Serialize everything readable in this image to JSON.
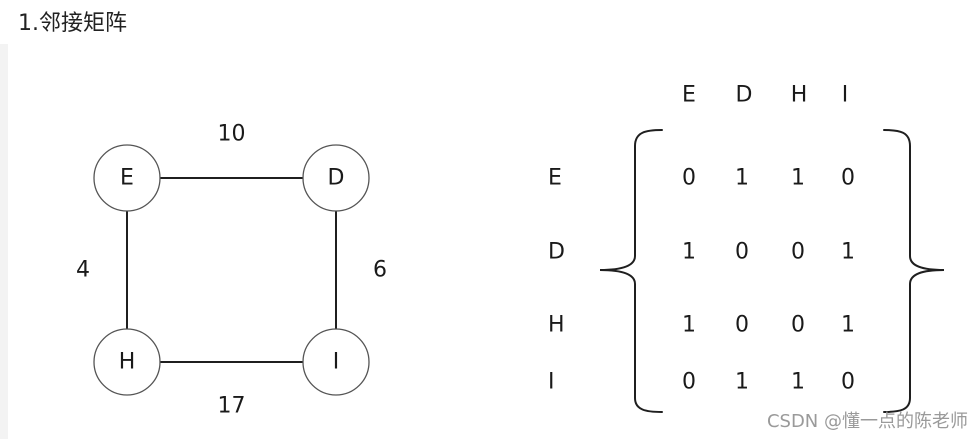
{
  "heading": "1.邻接矩阵",
  "graph": {
    "nodes": [
      {
        "label": "E"
      },
      {
        "label": "D"
      },
      {
        "label": "H"
      },
      {
        "label": "I"
      }
    ],
    "edges": [
      {
        "nodes": [
          0,
          1
        ],
        "weight": 10
      },
      {
        "nodes": [
          0,
          2
        ],
        "weight": 4
      },
      {
        "nodes": [
          1,
          3
        ],
        "weight": 6
      },
      {
        "nodes": [
          2,
          3
        ],
        "weight": 17
      }
    ]
  },
  "matrix": {
    "columns": [
      "E",
      "D",
      "H",
      "I"
    ],
    "rows": [
      {
        "label": "E",
        "values": [
          0,
          1,
          1,
          0
        ]
      },
      {
        "label": "D",
        "values": [
          1,
          0,
          0,
          1
        ]
      },
      {
        "label": "H",
        "values": [
          1,
          0,
          0,
          1
        ]
      },
      {
        "label": "I",
        "values": [
          0,
          1,
          1,
          0
        ]
      }
    ]
  },
  "watermark": "CSDN @懂一点的陈老师"
}
